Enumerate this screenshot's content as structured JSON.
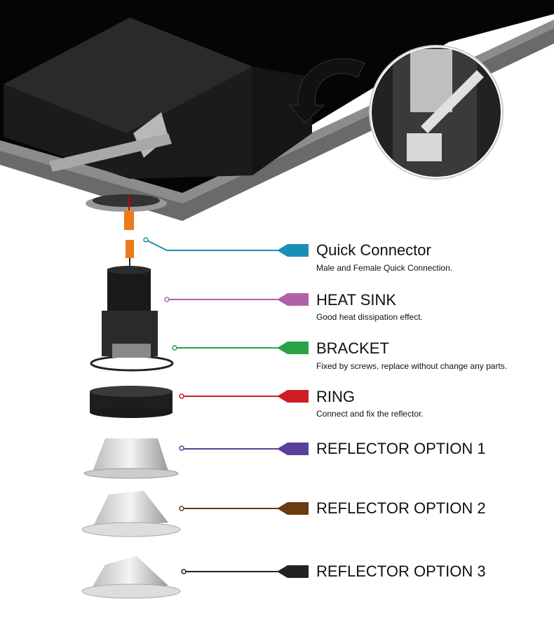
{
  "components": [
    {
      "title": "Quick Connector",
      "description": "Male and Female Quick Connection.",
      "color": "#1a8fb5"
    },
    {
      "title": "HEAT SINK",
      "description": "Good heat dissipation effect.",
      "color": "#b062a6"
    },
    {
      "title": "BRACKET",
      "description": "Fixed by screws, replace without change any parts.",
      "color": "#2aa344"
    },
    {
      "title": "RING",
      "description": "Connect and fix the reflector.",
      "color": "#d01c24"
    },
    {
      "title": "REFLECTOR OPTION 1",
      "description": "",
      "color": "#5b3f98"
    },
    {
      "title": "REFLECTOR OPTION 2",
      "description": "",
      "color": "#6b3a0e"
    },
    {
      "title": "REFLECTOR OPTION 3",
      "description": "",
      "color": "#222222"
    }
  ]
}
